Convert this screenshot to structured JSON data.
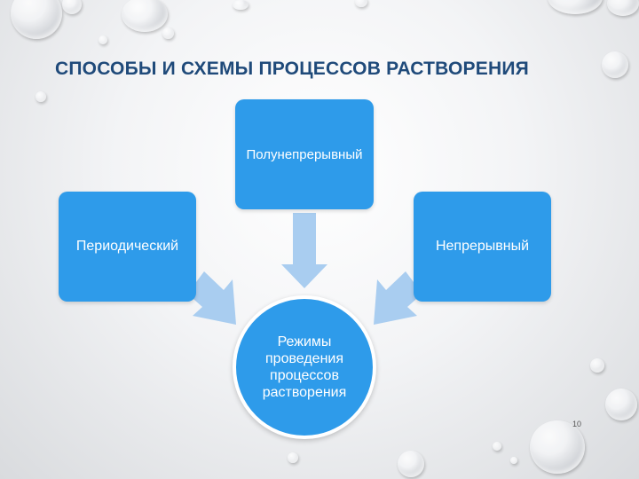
{
  "slide": {
    "title": "СПОСОБЫ И СХЕМЫ ПРОЦЕССОВ РАСТВОРЕНИЯ",
    "page_number": "10"
  },
  "diagram": {
    "top_node": "Полунепрерывный",
    "left_node": "Периодический",
    "right_node": "Непрерывный",
    "center_node": "Режимы проведения процессов растворения"
  },
  "colors": {
    "node_fill": "#2e9bea",
    "arrow_fill": "#a9cdf0",
    "title_color": "#1f4a7a"
  }
}
